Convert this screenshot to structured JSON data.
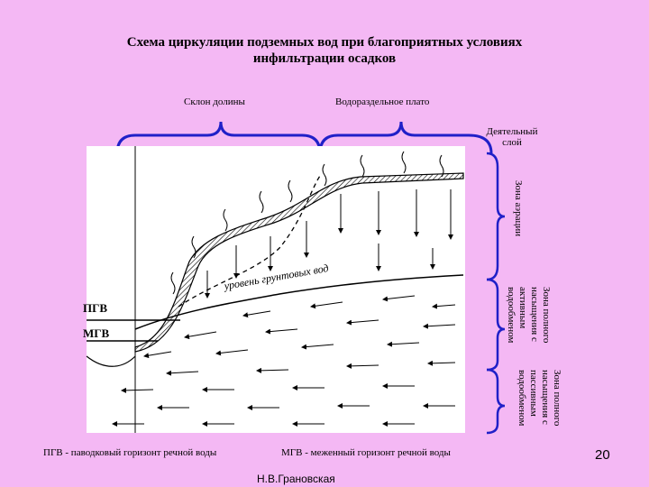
{
  "title_line1": "Схема циркуляции подземных вод при благоприятных условиях",
  "title_line2": "инфильтрации осадков",
  "labels": {
    "slope": "Склон долины",
    "plateau": "Водораздельное плато",
    "active_line1": "Деятельный",
    "active_line2": "слой",
    "aeration": "Зона аэрации",
    "active_zone_1": "Зона полного",
    "active_zone_2": "насыщения с",
    "active_zone_3": "активным",
    "active_zone_4": "водообменом",
    "passive_zone_1": "Зона полного",
    "passive_zone_2": "насыщения с",
    "passive_zone_3": "пассивным",
    "passive_zone_4": "водообменом",
    "pgv": "ПГВ",
    "mgv": "МГВ",
    "groundwater_level": "уровень грунтовых вод"
  },
  "footer": {
    "pgv_legend": "ПГВ - паводковый горизонт речной воды",
    "mgv_legend": "МГВ - меженный горизонт речной воды",
    "author": "Н.В.Грановская",
    "page": "20"
  },
  "colors": {
    "background": "#f4b8f4",
    "bracket": "#2020c8",
    "diagram_bg": "#ffffff"
  }
}
